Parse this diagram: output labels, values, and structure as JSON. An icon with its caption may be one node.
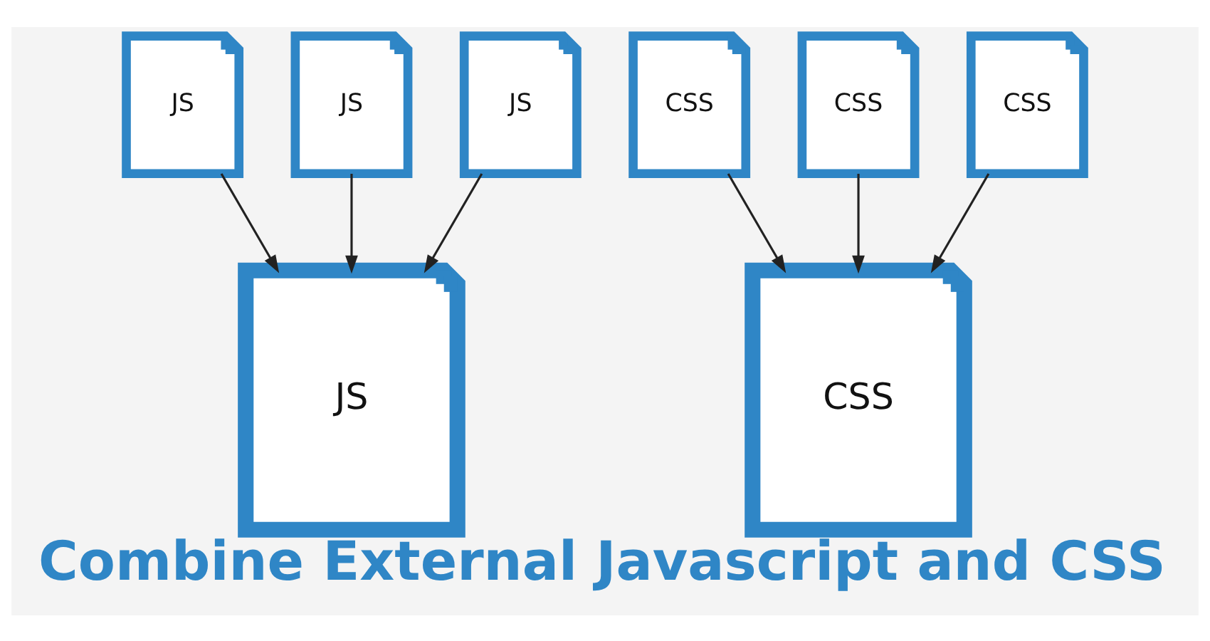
{
  "diagram": {
    "title": "Combine External Javascript and CSS",
    "nodes": [
      {
        "text": [
          "JS"
        ]
      },
      {
        "text": [
          "JS"
        ]
      },
      {
        "text": [
          "JS"
        ]
      },
      {
        "text": [
          "JS"
        ]
      },
      {
        "text": [
          "CSS"
        ]
      },
      {
        "text": [
          "CSS"
        ]
      },
      {
        "text": [
          "CSS"
        ]
      },
      {
        "text": [
          "CSS"
        ]
      }
    ],
    "edges": [
      {
        "from": 0,
        "to": 3,
        "arrow": "to"
      },
      {
        "from": 1,
        "to": 3,
        "arrow": "to"
      },
      {
        "from": 2,
        "to": 3,
        "arrow": "to"
      },
      {
        "from": 4,
        "to": 7,
        "arrow": "to"
      },
      {
        "from": 5,
        "to": 7,
        "arrow": "to"
      },
      {
        "from": 6,
        "to": 7,
        "arrow": "to"
      }
    ]
  }
}
